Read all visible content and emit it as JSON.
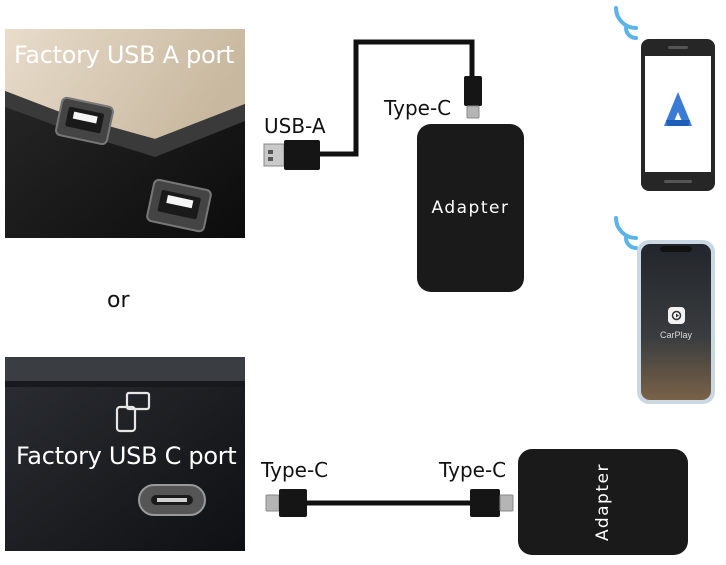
{
  "photos": {
    "top_label": "Factory USB A port",
    "bottom_label": "Factory USB C port"
  },
  "separator": "or",
  "cables": {
    "top_plug_a": "USB-A",
    "top_plug_c": "Type-C",
    "bottom_left_plug": "Type-C",
    "bottom_right_plug": "Type-C"
  },
  "adapters": {
    "top": "Adapter",
    "bottom": "Adapter"
  },
  "phones": {
    "iphone_app_label": "CarPlay"
  },
  "colors": {
    "adapter": "#1a1a1a",
    "cable": "#111111",
    "wifi": "#5ab4e8",
    "android_auto_blue": "#3a7bd5"
  },
  "icons": [
    "wifi-icon",
    "android-auto-icon",
    "carplay-icon",
    "devices-icon"
  ]
}
